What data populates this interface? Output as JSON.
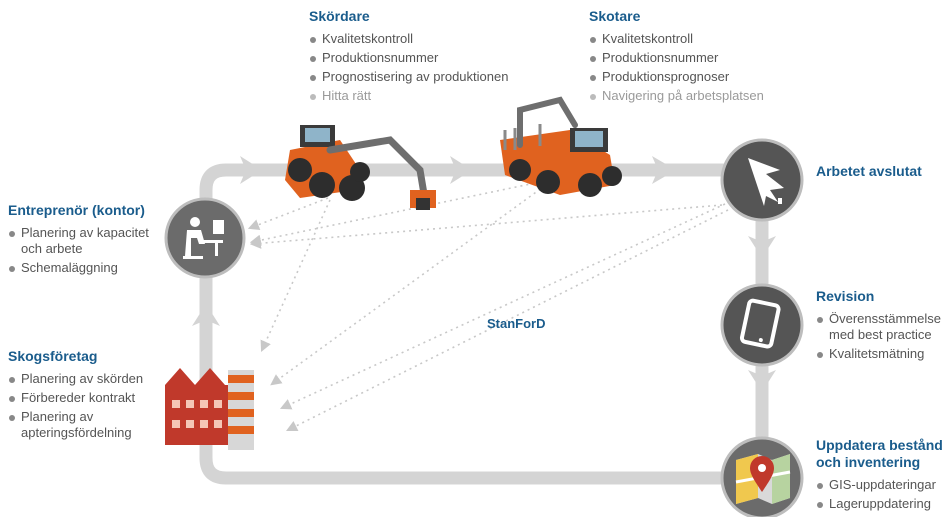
{
  "stages": {
    "skordare": {
      "title": "Skördare",
      "items": [
        "Kvalitetskontroll",
        "Produktionsnummer",
        "Prognostisering av produktionen",
        "Hitta rätt"
      ]
    },
    "skotare": {
      "title": "Skotare",
      "items": [
        "Kvalitetskontroll",
        "Produktionsnummer",
        "Produktionsprognoser",
        "Navigering på arbetsplatsen"
      ]
    },
    "entreprenor": {
      "title": "Entreprenör (kontor)",
      "items": [
        "Planering av kapacitet och arbete",
        "Schemaläggning"
      ]
    },
    "skogsforetag": {
      "title": "Skogsföretag",
      "items": [
        "Planering av skörden",
        "Förbereder kontrakt",
        "Planering av apteringsfördelning"
      ]
    },
    "arbetet": {
      "title": "Arbetet avslutat"
    },
    "revision": {
      "title": "Revision",
      "items": [
        "Överensstämmelse med best practice",
        "Kvalitetsmätning"
      ]
    },
    "uppdatera": {
      "title": "Uppdatera bestånd och inventering",
      "items": [
        "GIS-uppdateringar",
        "Lageruppdatering"
      ]
    }
  },
  "center_label": "StanForD",
  "colors": {
    "flow": "#d4d4d4",
    "circle": "#6b6b6b",
    "heading": "#1a5c8c",
    "machine": "#e0621f",
    "factory": "#c0392b"
  },
  "icons": [
    "office-worker-icon",
    "forest-clearing-icon",
    "tablet-icon",
    "map-pin-icon",
    "harvester-icon",
    "forwarder-icon",
    "factory-icon"
  ]
}
